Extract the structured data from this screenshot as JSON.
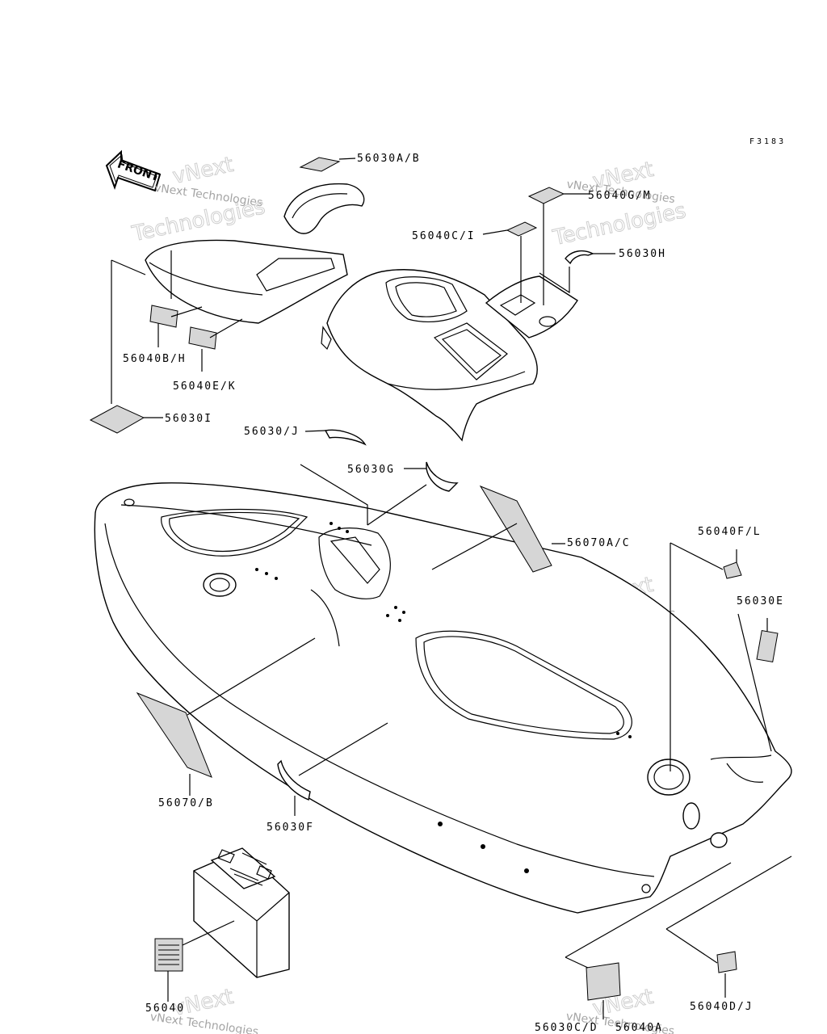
{
  "figure_code": "F3183",
  "front_arrow_label": "FRONT",
  "watermark": {
    "line1": "vNext Technologies",
    "line2": "Technologies",
    "brand": "vNext"
  },
  "labels": {
    "a": "56030A/B",
    "b": "56040G/M",
    "c": "56040C/I",
    "d": "56030H",
    "e": "56040B/H",
    "f": "56040E/K",
    "g": "56030I",
    "h": "56030/J",
    "i": "56030G",
    "j": "56070A/C",
    "k": "56040F/L",
    "l": "56030E",
    "m": "56070/B",
    "n": "56030F",
    "o": "56040",
    "p": "56030C/D",
    "q": "56040A",
    "r": "56040D/J"
  }
}
